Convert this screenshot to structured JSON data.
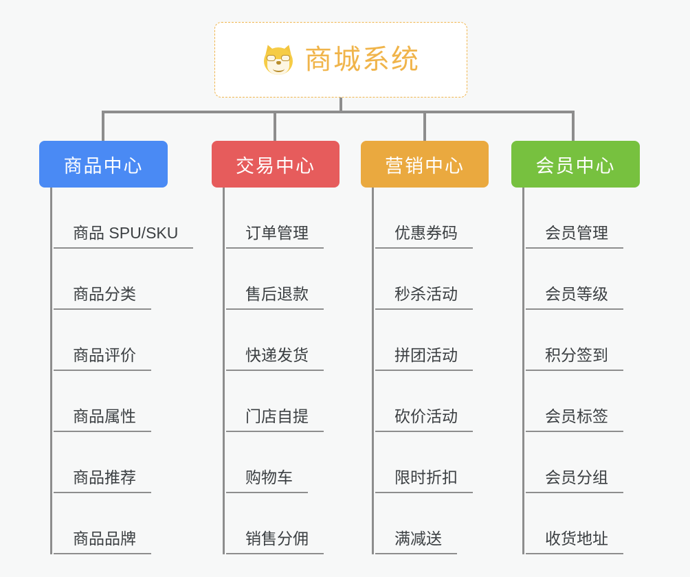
{
  "root": {
    "icon": "shiba-inu-icon",
    "title": "商城系统",
    "accent_color": "#f0b44a",
    "background": "#ffffff"
  },
  "canvas": {
    "background": "#f7f8f8",
    "connector_color": "#8d8d8d"
  },
  "branches": [
    {
      "label": "商品中心",
      "color": "#4a8af4",
      "leaves": [
        "商品 SPU/SKU",
        "商品分类",
        "商品评价",
        "商品属性",
        "商品推荐",
        "商品品牌"
      ]
    },
    {
      "label": "交易中心",
      "color": "#e65c5c",
      "leaves": [
        "订单管理",
        "售后退款",
        "快递发货",
        "门店自提",
        "购物车",
        "销售分佣"
      ]
    },
    {
      "label": "营销中心",
      "color": "#eaa93f",
      "leaves": [
        "优惠券码",
        "秒杀活动",
        "拼团活动",
        "砍价活动",
        "限时折扣",
        "满减送"
      ]
    },
    {
      "label": "会员中心",
      "color": "#77c13f",
      "leaves": [
        "会员管理",
        "会员等级",
        "积分签到",
        "会员标签",
        "会员分组",
        "收货地址"
      ]
    }
  ]
}
